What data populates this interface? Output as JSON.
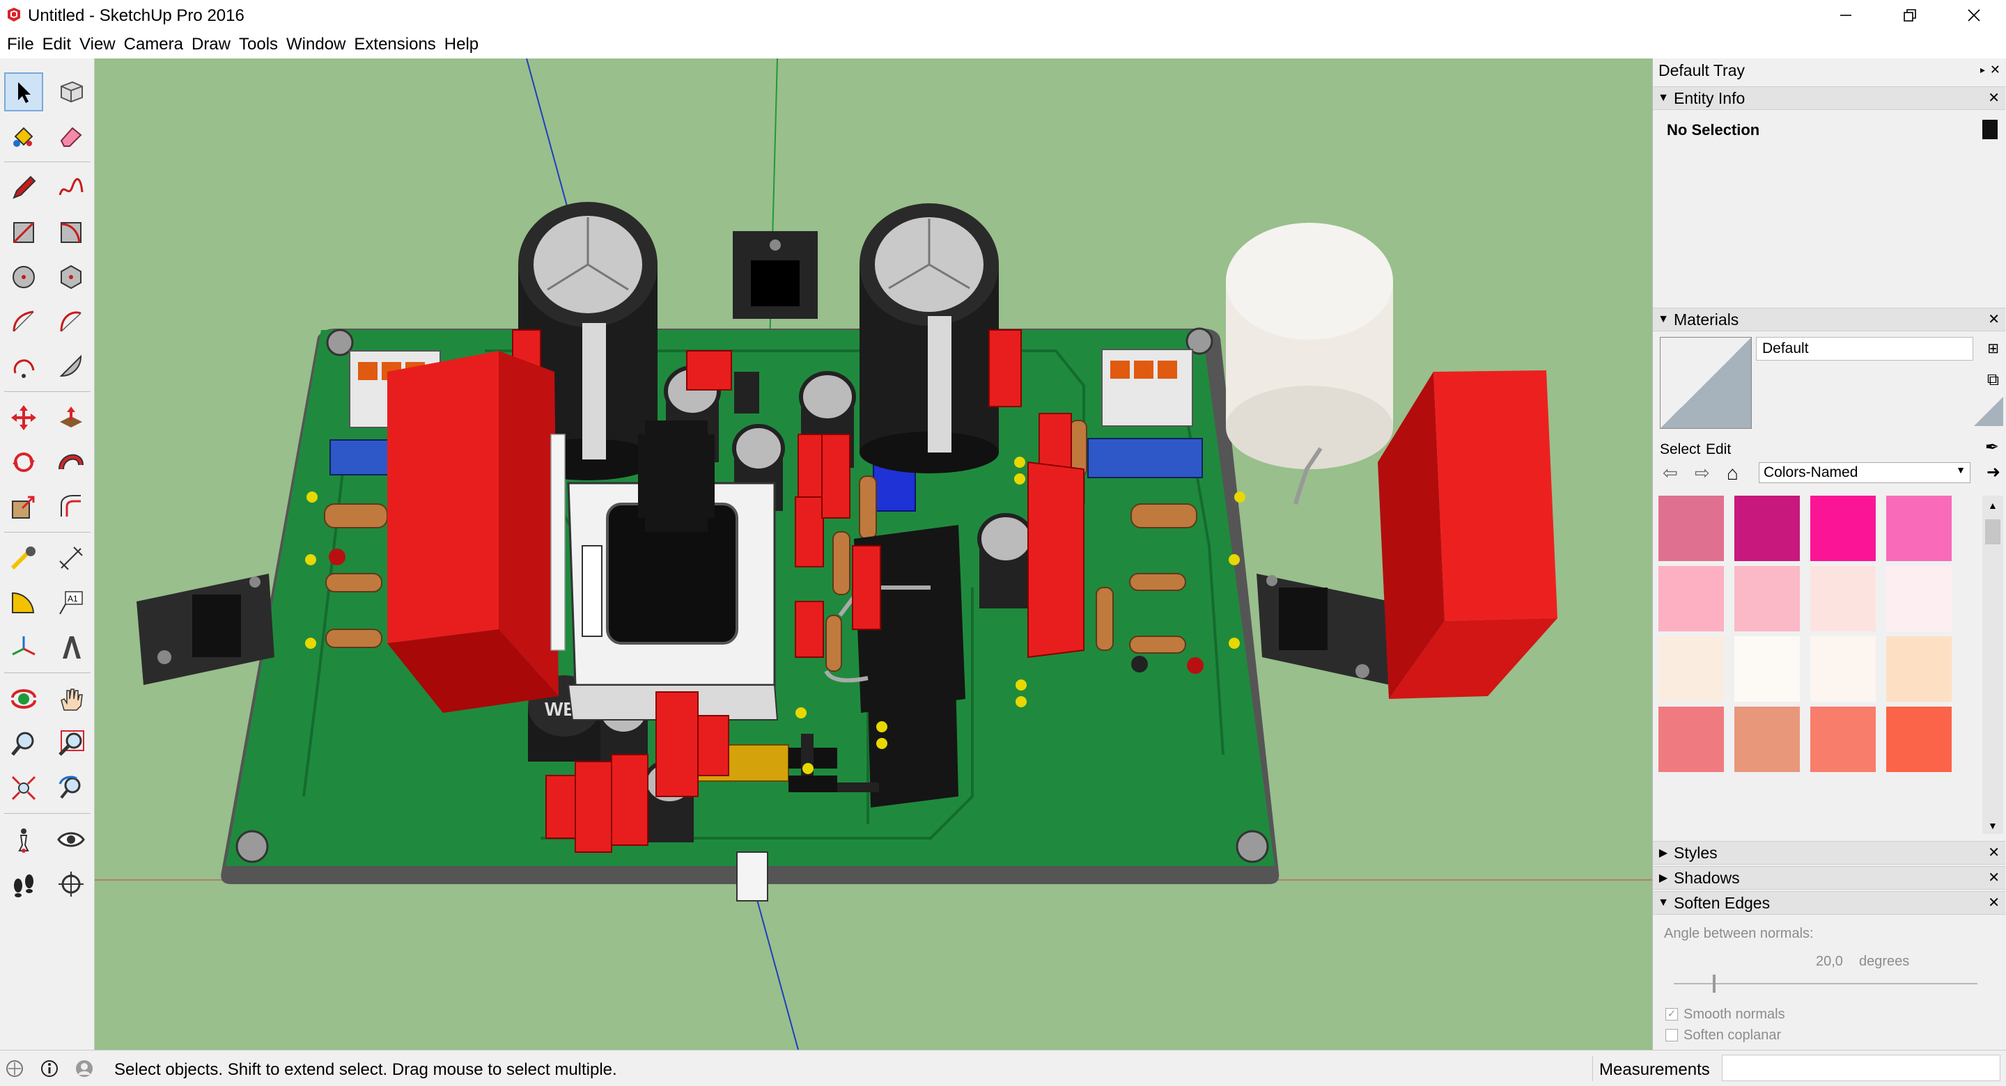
{
  "window": {
    "title": "Untitled - SketchUp Pro 2016"
  },
  "menu": [
    "File",
    "Edit",
    "View",
    "Camera",
    "Draw",
    "Tools",
    "Window",
    "Extensions",
    "Help"
  ],
  "toolbar": {
    "tools": [
      "select",
      "component",
      "paint-bucket",
      "eraser",
      "pencil",
      "freehand",
      "rectangle",
      "rotated-rectangle",
      "circle",
      "polygon",
      "arc",
      "pie",
      "arc-3pt",
      "arc-2pt",
      "move",
      "push-pull",
      "rotate",
      "follow-me",
      "scale",
      "offset",
      "tape-measure",
      "dimension",
      "protractor",
      "text",
      "axes",
      "3d-text",
      "orbit",
      "pan",
      "zoom",
      "zoom-window",
      "zoom-extents",
      "previous-view",
      "position-camera",
      "look-around",
      "walk",
      "section-plane"
    ],
    "text_tool_label": "A1"
  },
  "tray": {
    "title": "Default Tray",
    "entity_info": {
      "title": "Entity Info",
      "selection": "No Selection"
    },
    "materials": {
      "title": "Materials",
      "material_name": "Default",
      "tab_select": "Select",
      "tab_edit": "Edit",
      "library": "Colors-Named",
      "swatches": [
        "#e0708f",
        "#c8177d",
        "#fb1496",
        "#f96ab8",
        "#fdb0c2",
        "#fbb8c6",
        "#fde3df",
        "#fdeef2",
        "#fbece0",
        "#fdf9f5",
        "#fdf5f0",
        "#fde0c4",
        "#ef7b80",
        "#e8977b",
        "#f87d6b",
        "#fb6448"
      ]
    },
    "styles": {
      "title": "Styles"
    },
    "shadows": {
      "title": "Shadows"
    },
    "soften_edges": {
      "title": "Soften Edges",
      "angle_label": "Angle between normals:",
      "angle_value": "20,0",
      "angle_unit": "degrees",
      "smooth_normals": "Smooth normals",
      "soften_coplanar": "Soften coplanar",
      "smooth_checked": true,
      "coplanar_checked": false
    }
  },
  "model": {
    "board_color": "#1f8a3e",
    "relay_color": "#e81e1e",
    "marking_we": "WE"
  },
  "status": {
    "text": "Select objects. Shift to extend select. Drag mouse to select multiple.",
    "measurements_label": "Measurements"
  }
}
